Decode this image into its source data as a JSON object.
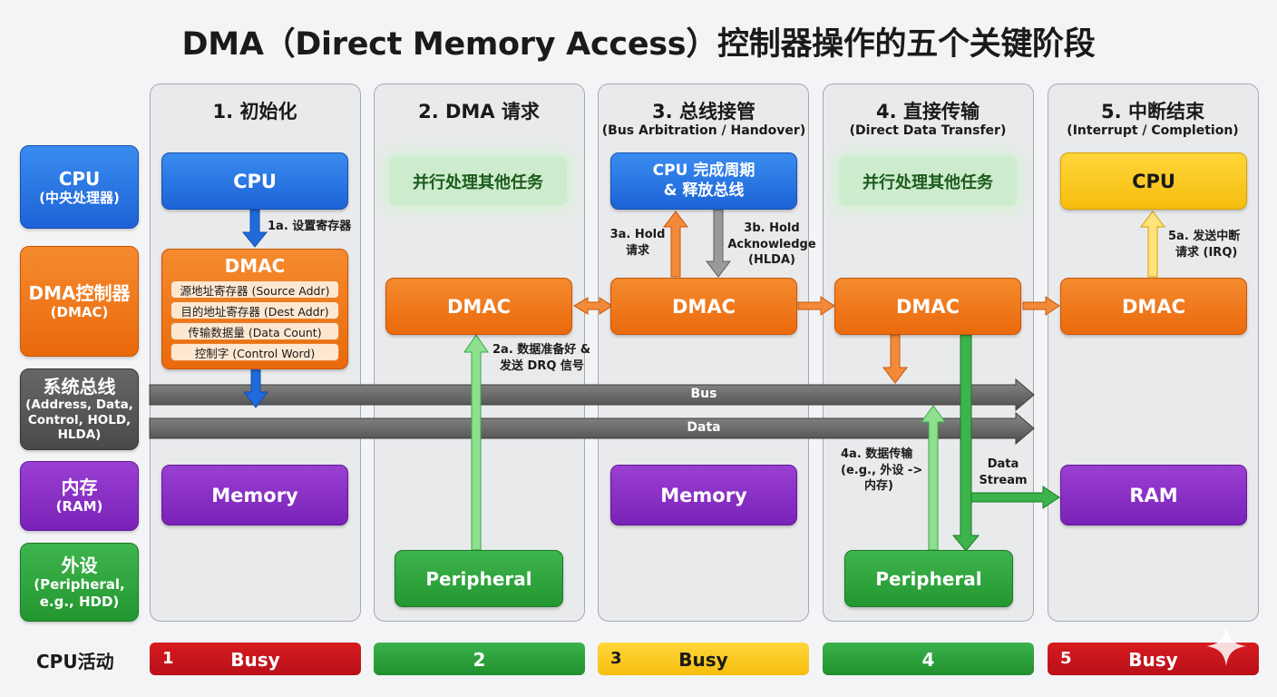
{
  "title": "DMA（Direct Memory Access）控制器操作的五个关键阶段",
  "rows": {
    "cpu": {
      "main": "CPU",
      "sub": "(中央处理器)"
    },
    "dmac": {
      "main": "DMA控制器",
      "sub": "(DMAC)"
    },
    "bus": {
      "main": "系统总线",
      "sub": "(Address, Data, Control, HOLD, HLDA)"
    },
    "mem": {
      "main": "内存",
      "sub": "(RAM)"
    },
    "periph": {
      "main": "外设",
      "sub": "(Peripheral, e.g., HDD)"
    }
  },
  "stages": [
    {
      "title": "1. 初始化",
      "subtitle": ""
    },
    {
      "title": "2. DMA 请求",
      "subtitle": ""
    },
    {
      "title": "3. 总线接管",
      "subtitle": "(Bus Arbitration / Handover)"
    },
    {
      "title": "4. 直接传输",
      "subtitle": "(Direct Data Transfer)"
    },
    {
      "title": "5. 中断结束",
      "subtitle": "(Interrupt / Completion)"
    }
  ],
  "s1": {
    "cpu": "CPU",
    "dmac": "DMAC",
    "registers": [
      "源地址寄存器 (Source Addr)",
      "目的地址寄存器 (Dest Addr)",
      "传输数据量 (Data Count)",
      "控制字 (Control Word)"
    ],
    "note": "1a. 设置寄存器",
    "memory": "Memory"
  },
  "s2": {
    "cpu_task": "并行处理其他任务",
    "dmac": "DMAC",
    "note_line1": "2a. 数据准备好 &",
    "note_line2": "发送 DRQ 信号",
    "peripheral": "Peripheral"
  },
  "s3": {
    "cpu_line1": "CPU 完成周期",
    "cpu_line2": "& 释放总线",
    "dmac": "DMAC",
    "hold_line1": "3a. Hold",
    "hold_line2": "请求",
    "hlda_line1": "3b. Hold",
    "hlda_line2": "Acknowledge",
    "hlda_line3": "(HLDA)",
    "memory": "Memory"
  },
  "s4": {
    "cpu_task": "并行处理其他任务",
    "dmac": "DMAC",
    "note_line1": "4a. 数据传输",
    "note_line2": "(e.g., 外设 ->",
    "note_line3": "内存)",
    "stream_line1": "Data",
    "stream_line2": "Stream",
    "peripheral": "Peripheral"
  },
  "s5": {
    "cpu": "CPU",
    "dmac": "DMAC",
    "irq_line1": "5a. 发送中断",
    "irq_line2": "请求 (IRQ)",
    "ram": "RAM"
  },
  "bus": {
    "bus_label": "Bus",
    "data_label": "Data"
  },
  "cpu_activity": {
    "label": "CPU活动",
    "bars": [
      {
        "num": "1",
        "text": "Busy",
        "color": "#c8141c"
      },
      {
        "num": "",
        "text": "2",
        "color": "#2ea33d"
      },
      {
        "num": "3",
        "text": "Busy",
        "color": "#f6c21a"
      },
      {
        "num": "",
        "text": "4",
        "color": "#2ea33d"
      },
      {
        "num": "5",
        "text": "Busy",
        "color": "#c8141c"
      }
    ]
  }
}
